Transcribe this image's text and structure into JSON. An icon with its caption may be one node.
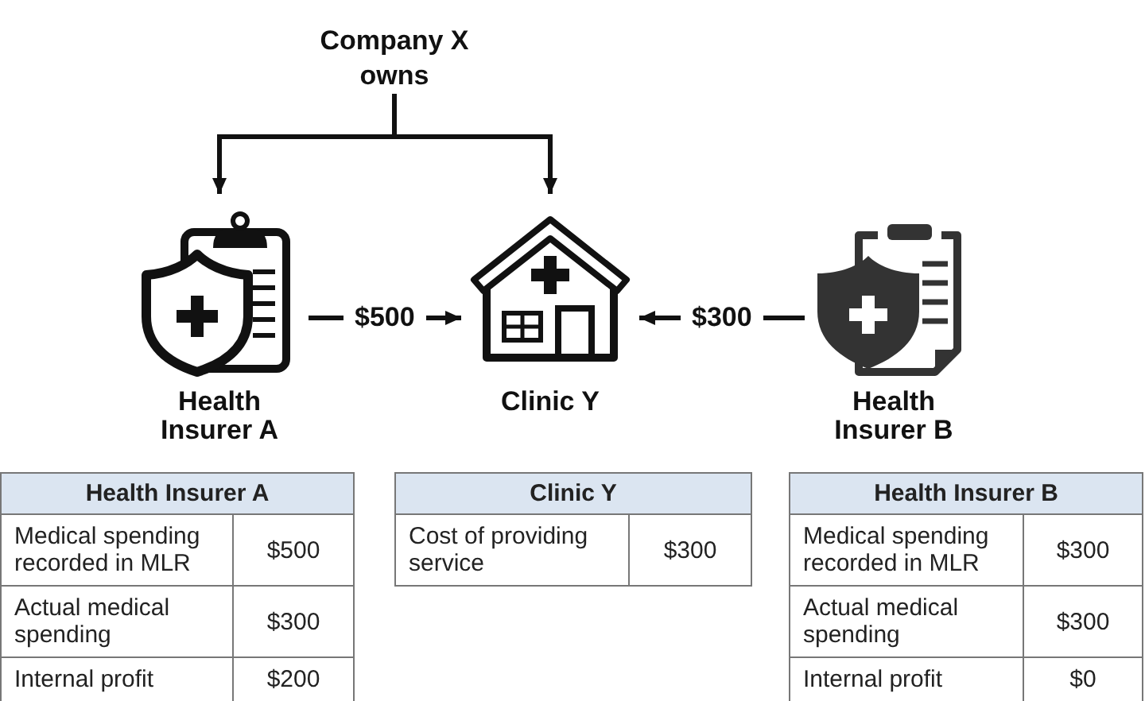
{
  "diagram": {
    "nodes": [
      {
        "text": [
          "Company X owns"
        ]
      },
      {
        "text": [
          "Health Insurer A"
        ]
      },
      {
        "text": [
          "Clinic Y"
        ]
      },
      {
        "text": [
          "Health Insurer B"
        ]
      }
    ],
    "edges": [
      {
        "from": 0,
        "to": 1,
        "arrow": "to"
      },
      {
        "from": 0,
        "to": 2,
        "arrow": "to"
      },
      {
        "from": 1,
        "to": 2,
        "label": "$500",
        "arrow": "to"
      },
      {
        "from": 3,
        "to": 2,
        "label": "$300",
        "arrow": "to"
      }
    ],
    "labels": [
      "Health Insurer A",
      "Medical spending recorded in MLR",
      "$500",
      "Actual medical spending",
      "$300",
      "Internal profit",
      "$200",
      "Clinic Y",
      "Cost of providing service",
      "$300",
      "Health Insurer B",
      "Medical spending recorded in MLR",
      "$300",
      "Actual medical spending",
      "$300",
      "Internal profit",
      "$0"
    ]
  }
}
